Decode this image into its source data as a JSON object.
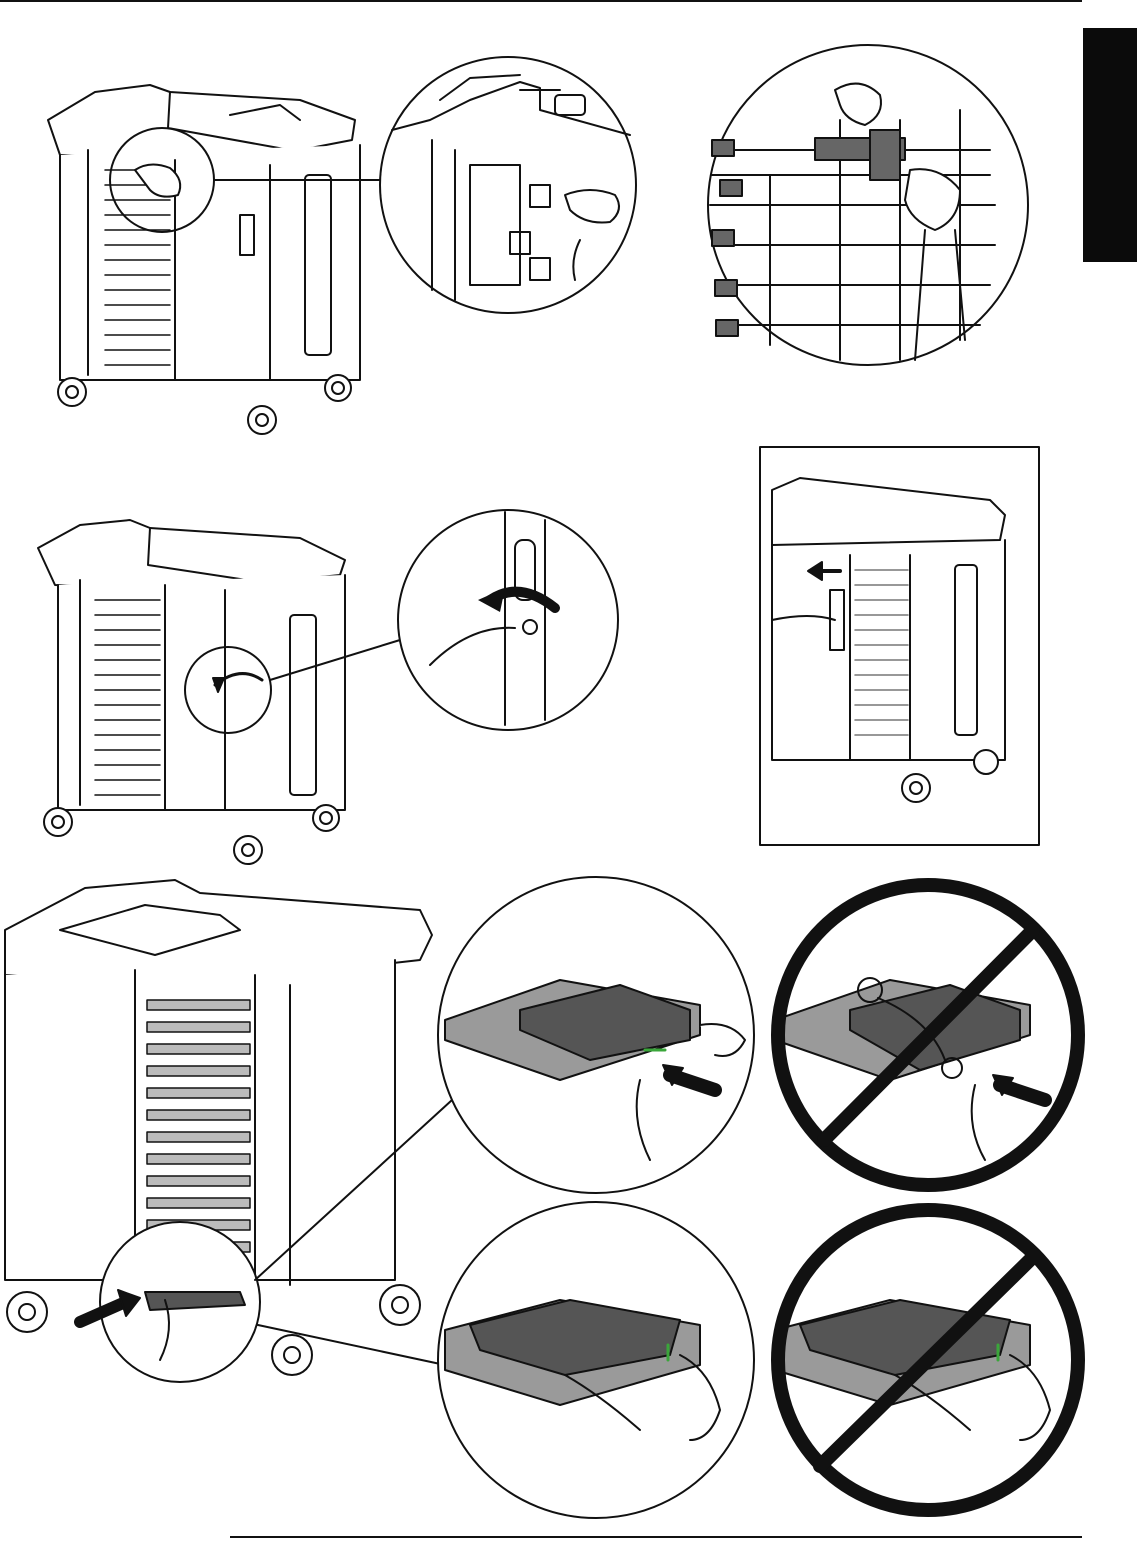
{
  "page": {
    "type": "instruction-illustration-page",
    "side_tab_color": "#0b0b0b",
    "rule_color": "#111111"
  },
  "figures": [
    {
      "name": "step-plug-in-power-cord"
    },
    {
      "name": "step-route-cords-through-holders"
    },
    {
      "name": "step-unlock-door-with-key"
    },
    {
      "name": "step-slide-door-open"
    },
    {
      "name": "step-insert-device-correct"
    },
    {
      "name": "step-insert-device-incorrect"
    },
    {
      "name": "step-insert-tablet-correct"
    },
    {
      "name": "step-insert-tablet-incorrect"
    }
  ],
  "icons": {
    "prohibited": "prohibited-icon",
    "arrow": "arrow-icon"
  },
  "colors": {
    "line": "#111111",
    "device": "#555555",
    "shelf": "#9a9a9a",
    "led": "#3aa63a"
  }
}
